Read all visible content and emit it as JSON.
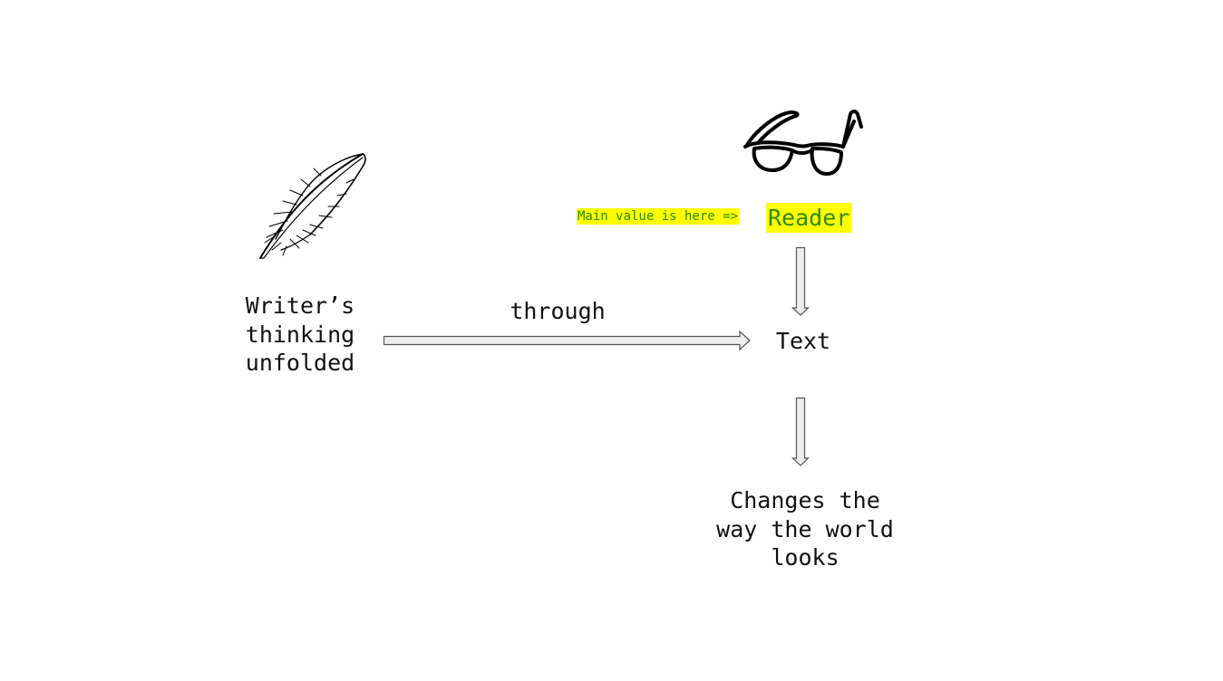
{
  "diagram": {
    "writer": {
      "label": "Writer’s\nthinking\nunfolded",
      "icon": "quill-feather-icon"
    },
    "connector": {
      "label": "through"
    },
    "reader": {
      "label": "Reader",
      "note": "Main value is here =>",
      "icon": "glasses-icon"
    },
    "text_node": {
      "label": "Text"
    },
    "outcome": {
      "label": "Changes the\nway the world\nlooks"
    },
    "colors": {
      "highlight": "#ffff00",
      "highlight_text": "#2e8b00",
      "text": "#111111",
      "arrow_fill": "#eeeeee",
      "arrow_stroke": "#555555"
    }
  }
}
